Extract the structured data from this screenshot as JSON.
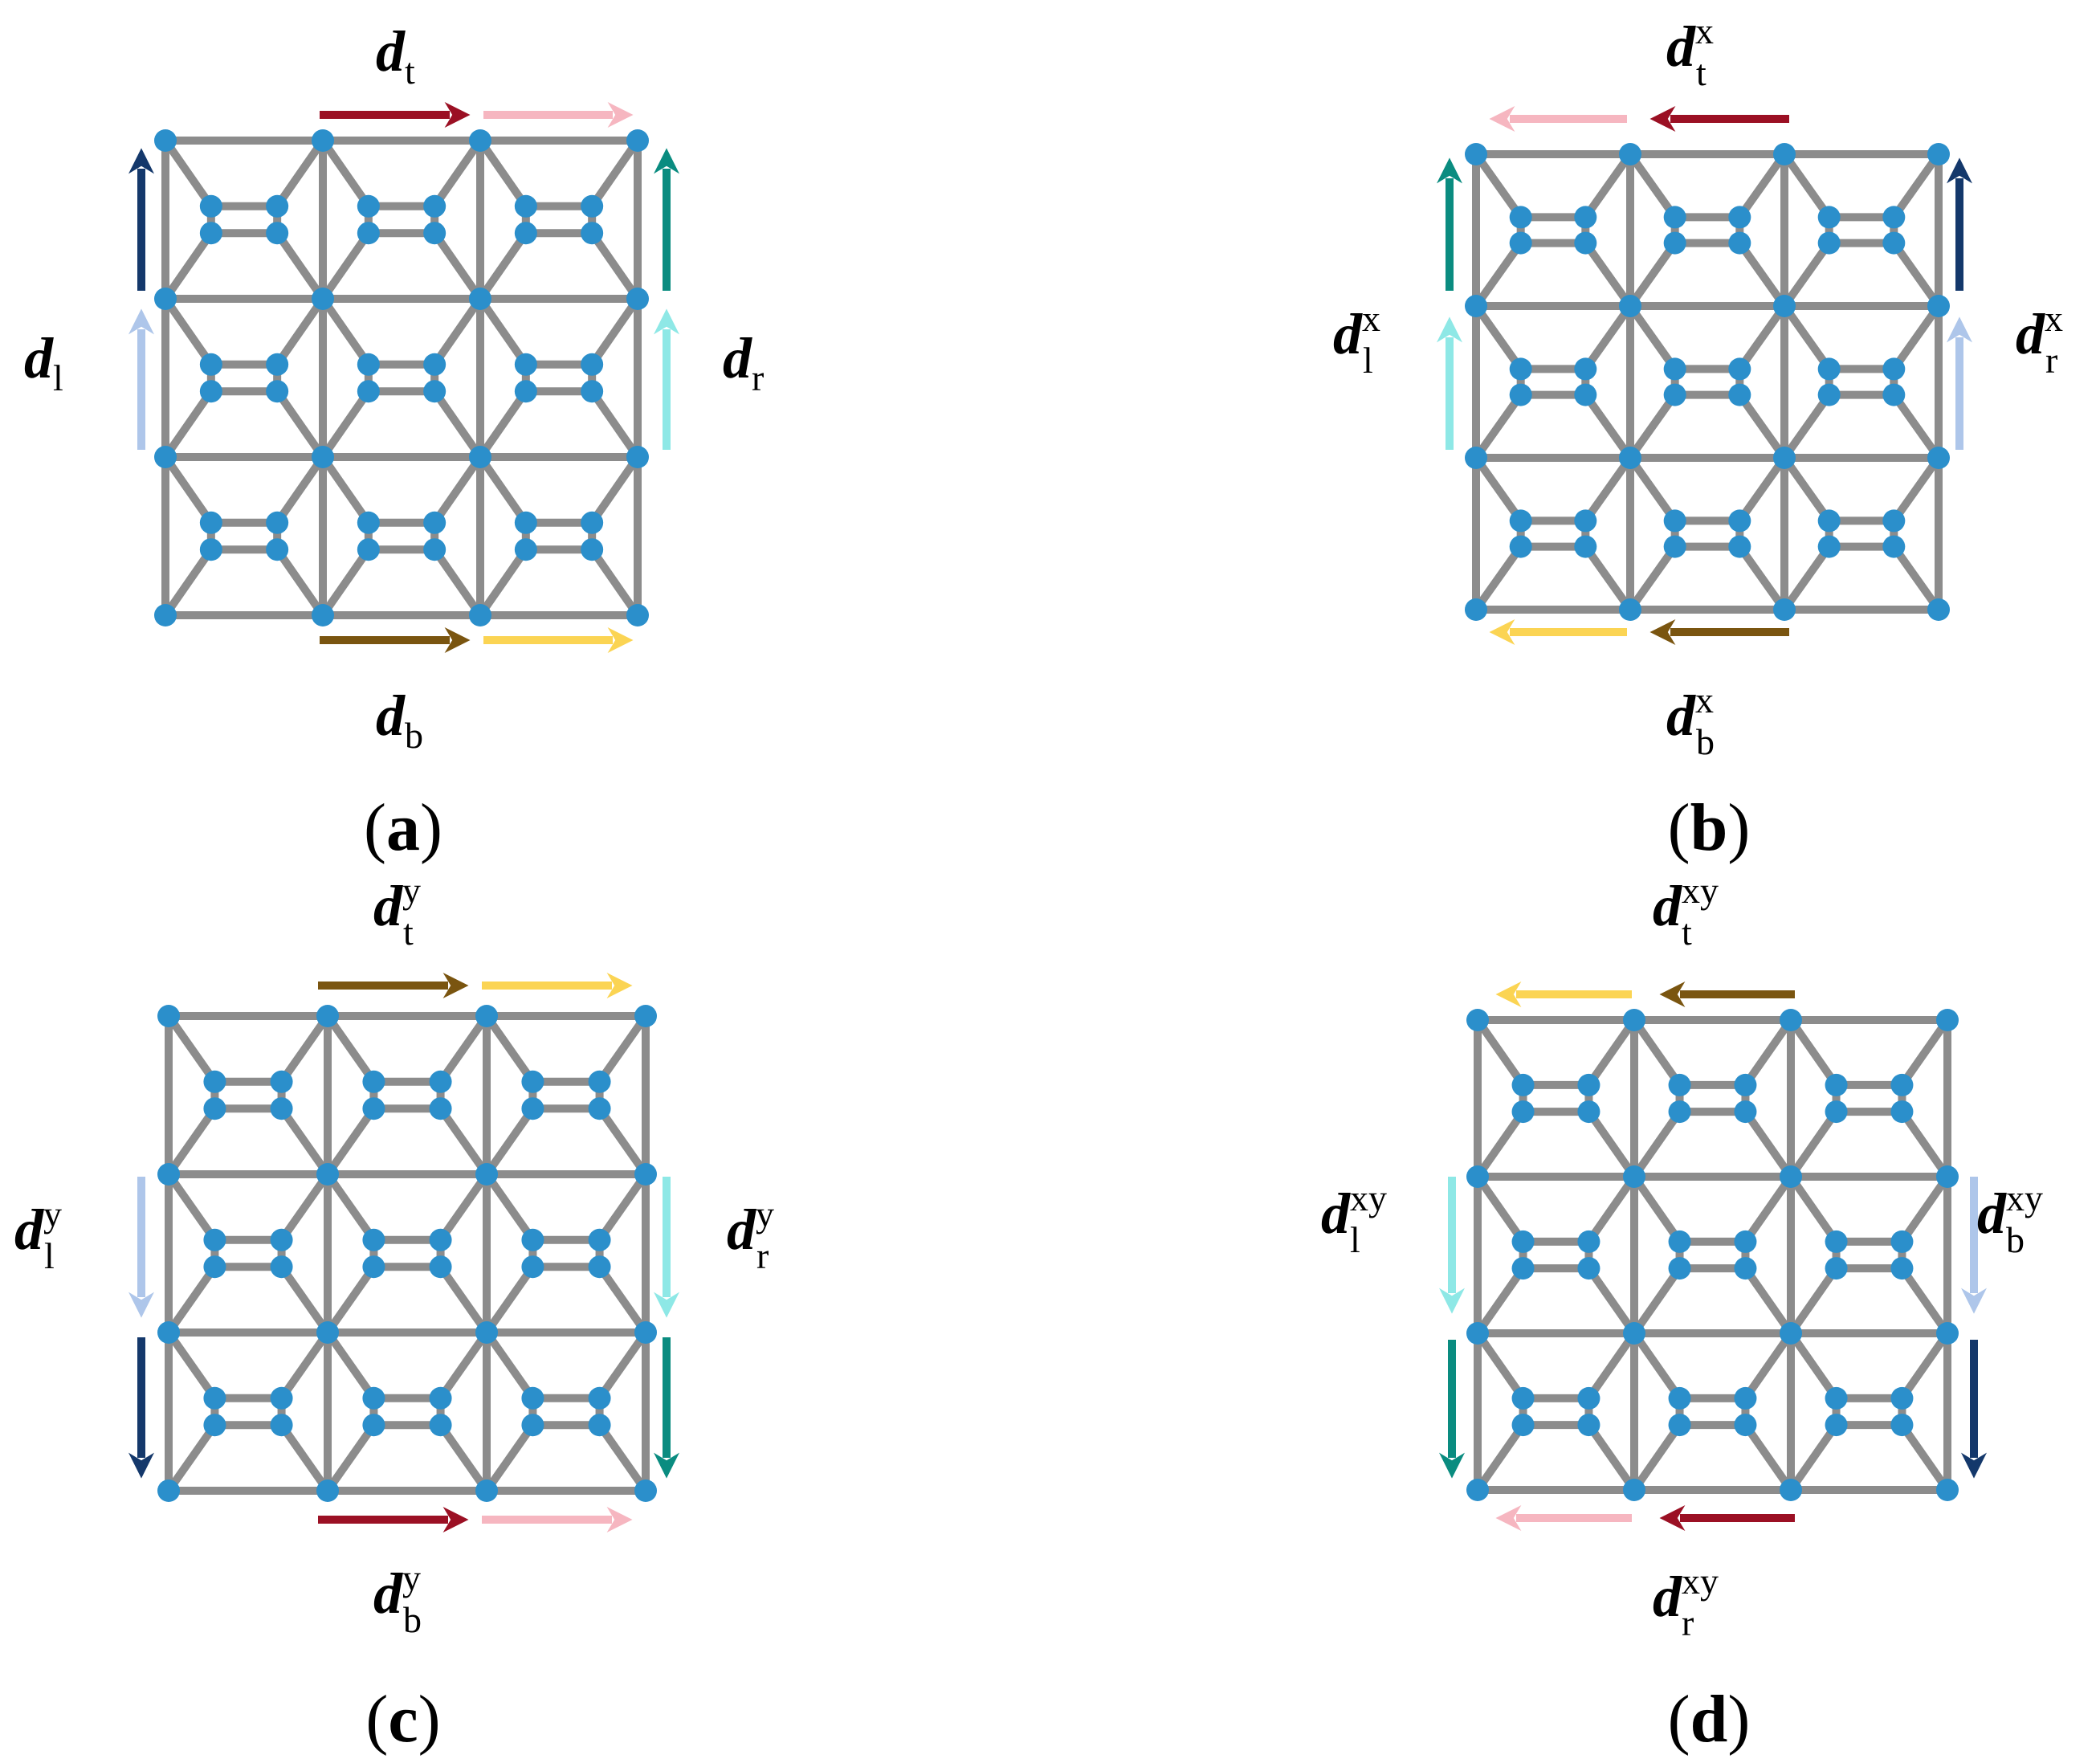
{
  "colors": {
    "edge": "#8c8c8c",
    "node": "#2b8fcb",
    "dark_navy": "#14386b",
    "light_blue": "#aec6ea",
    "teal": "#0a8c80",
    "light_cyan": "#8ee8e6",
    "dark_red": "#9b1024",
    "pink": "#f6b6c0",
    "brown": "#7a5510",
    "yellow": "#fbd453"
  },
  "panels": [
    {
      "id": "a",
      "caption": "a",
      "labels": [
        {
          "key": "top",
          "main": "d",
          "sub": "t",
          "sup": ""
        },
        {
          "key": "left",
          "main": "d",
          "sub": "l",
          "sup": ""
        },
        {
          "key": "right",
          "main": "d",
          "sub": "r",
          "sup": ""
        },
        {
          "key": "bottom",
          "main": "d",
          "sub": "b",
          "sup": ""
        }
      ]
    },
    {
      "id": "b",
      "caption": "b",
      "labels": [
        {
          "key": "top",
          "main": "d",
          "sub": "t",
          "sup": "x"
        },
        {
          "key": "left",
          "main": "d",
          "sub": "l",
          "sup": "x"
        },
        {
          "key": "right",
          "main": "d",
          "sub": "r",
          "sup": "x"
        },
        {
          "key": "bottom",
          "main": "d",
          "sub": "b",
          "sup": "x"
        }
      ]
    },
    {
      "id": "c",
      "caption": "c",
      "labels": [
        {
          "key": "top",
          "main": "d",
          "sub": "t",
          "sup": "y"
        },
        {
          "key": "left",
          "main": "d",
          "sub": "l",
          "sup": "y"
        },
        {
          "key": "right",
          "main": "d",
          "sub": "r",
          "sup": "y"
        },
        {
          "key": "bottom",
          "main": "d",
          "sub": "b",
          "sup": "y"
        }
      ]
    },
    {
      "id": "d",
      "caption": "d",
      "labels": [
        {
          "key": "top",
          "main": "d",
          "sub": "t",
          "sup": "xy"
        },
        {
          "key": "left",
          "main": "d",
          "sub": "l",
          "sup": "xy"
        },
        {
          "key": "right",
          "main": "d",
          "sub": "b",
          "sup": "xy"
        },
        {
          "key": "bottom",
          "main": "d",
          "sub": "r",
          "sup": "xy"
        }
      ]
    }
  ]
}
